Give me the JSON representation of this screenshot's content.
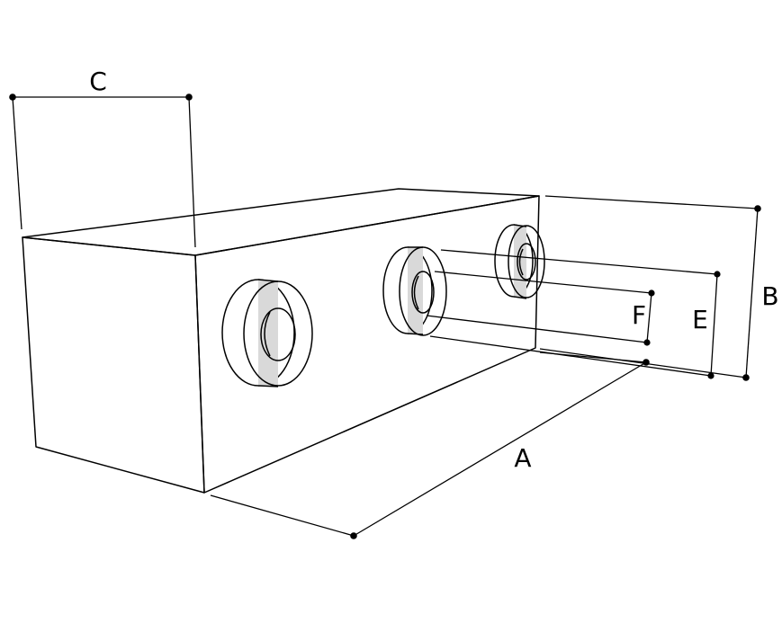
{
  "labels": {
    "a": "A",
    "b": "B",
    "c": "C",
    "e": "E",
    "f": "F"
  },
  "colors": {
    "block_fill": "#d9d9d9",
    "ring_fill": "#d9d9d9",
    "line": "#000000",
    "background": "#ffffff"
  }
}
